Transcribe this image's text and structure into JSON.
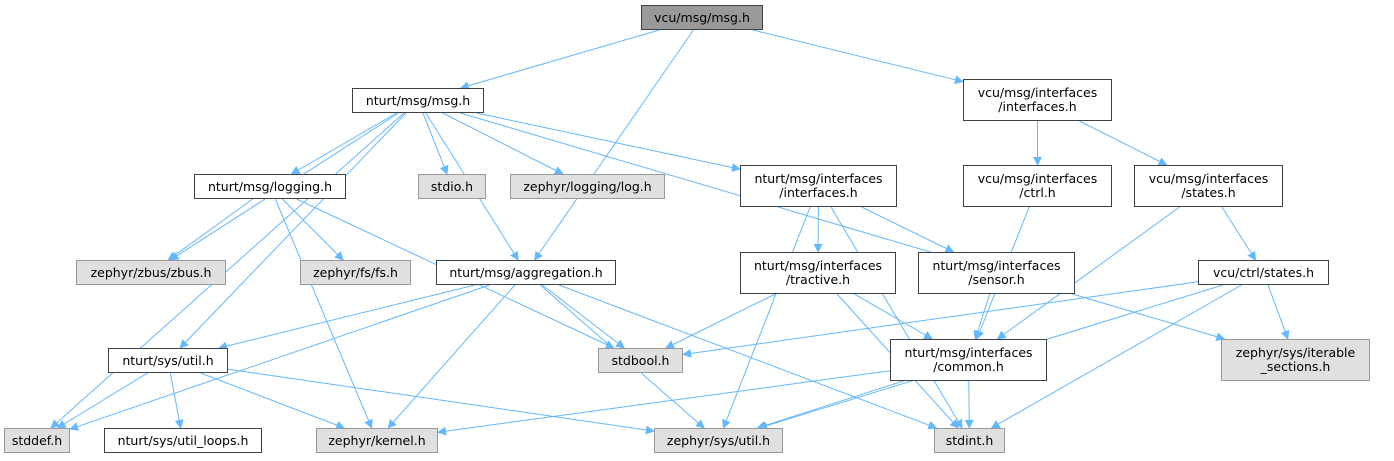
{
  "colors": {
    "edge": "#63b8ff",
    "focus_fill": "#999999",
    "system_fill": "#e0e0e0",
    "node_border": "#404040",
    "system_border": "#999999"
  },
  "nodes": {
    "vcu_msg_msg": {
      "label": "vcu/msg/msg.h",
      "kind": "focus"
    },
    "nturt_msg_msg": {
      "label": "nturt/msg/msg.h",
      "kind": "local"
    },
    "vcu_interfaces": {
      "label": "vcu/msg/interfaces\n/interfaces.h",
      "kind": "local"
    },
    "nturt_logging": {
      "label": "nturt/msg/logging.h",
      "kind": "local"
    },
    "stdio": {
      "label": "stdio.h",
      "kind": "system"
    },
    "zephyr_log": {
      "label": "zephyr/logging/log.h",
      "kind": "system"
    },
    "nturt_interfaces": {
      "label": "nturt/msg/interfaces\n/interfaces.h",
      "kind": "local"
    },
    "vcu_ctrl": {
      "label": "vcu/msg/interfaces\n/ctrl.h",
      "kind": "local"
    },
    "vcu_states": {
      "label": "vcu/msg/interfaces\n/states.h",
      "kind": "local"
    },
    "zbus": {
      "label": "zephyr/zbus/zbus.h",
      "kind": "system"
    },
    "fs": {
      "label": "zephyr/fs/fs.h",
      "kind": "system"
    },
    "aggregation": {
      "label": "nturt/msg/aggregation.h",
      "kind": "local"
    },
    "tractive": {
      "label": "nturt/msg/interfaces\n/tractive.h",
      "kind": "local"
    },
    "sensor": {
      "label": "nturt/msg/interfaces\n/sensor.h",
      "kind": "local"
    },
    "ctrl_states": {
      "label": "vcu/ctrl/states.h",
      "kind": "local"
    },
    "sys_util": {
      "label": "nturt/sys/util.h",
      "kind": "local"
    },
    "stdbool": {
      "label": "stdbool.h",
      "kind": "system"
    },
    "common": {
      "label": "nturt/msg/interfaces\n/common.h",
      "kind": "local"
    },
    "iterable": {
      "label": "zephyr/sys/iterable\n_sections.h",
      "kind": "system"
    },
    "stddef": {
      "label": "stddef.h",
      "kind": "system"
    },
    "util_loops": {
      "label": "nturt/sys/util_loops.h",
      "kind": "local"
    },
    "kernel": {
      "label": "zephyr/kernel.h",
      "kind": "system"
    },
    "zephyr_util": {
      "label": "zephyr/sys/util.h",
      "kind": "system"
    },
    "stdint": {
      "label": "stdint.h",
      "kind": "system"
    }
  },
  "edges": [
    [
      "vcu_msg_msg",
      "nturt_msg_msg"
    ],
    [
      "vcu_msg_msg",
      "vcu_interfaces"
    ],
    [
      "vcu_msg_msg",
      "aggregation"
    ],
    [
      "nturt_msg_msg",
      "nturt_logging"
    ],
    [
      "nturt_msg_msg",
      "stdio"
    ],
    [
      "nturt_msg_msg",
      "zephyr_log"
    ],
    [
      "nturt_msg_msg",
      "nturt_interfaces"
    ],
    [
      "nturt_msg_msg",
      "zbus"
    ],
    [
      "nturt_msg_msg",
      "aggregation"
    ],
    [
      "nturt_msg_msg",
      "sys_util"
    ],
    [
      "nturt_msg_msg",
      "stddef"
    ],
    [
      "nturt_msg_msg",
      "iterable"
    ],
    [
      "vcu_interfaces",
      "vcu_ctrl"
    ],
    [
      "vcu_interfaces",
      "vcu_states"
    ],
    [
      "nturt_logging",
      "zbus"
    ],
    [
      "nturt_logging",
      "fs"
    ],
    [
      "nturt_logging",
      "stdbool"
    ],
    [
      "nturt_logging",
      "kernel"
    ],
    [
      "nturt_interfaces",
      "tractive"
    ],
    [
      "nturt_interfaces",
      "sensor"
    ],
    [
      "nturt_interfaces",
      "zephyr_util"
    ],
    [
      "nturt_interfaces",
      "stdint"
    ],
    [
      "vcu_ctrl",
      "common"
    ],
    [
      "vcu_states",
      "common"
    ],
    [
      "vcu_states",
      "ctrl_states"
    ],
    [
      "aggregation",
      "sys_util"
    ],
    [
      "aggregation",
      "stdbool"
    ],
    [
      "aggregation",
      "stddef"
    ],
    [
      "aggregation",
      "kernel"
    ],
    [
      "aggregation",
      "zephyr_util"
    ],
    [
      "aggregation",
      "stdint"
    ],
    [
      "tractive",
      "stdbool"
    ],
    [
      "tractive",
      "common"
    ],
    [
      "tractive",
      "stdint"
    ],
    [
      "sensor",
      "common"
    ],
    [
      "ctrl_states",
      "stdbool"
    ],
    [
      "ctrl_states",
      "iterable"
    ],
    [
      "ctrl_states",
      "zephyr_util"
    ],
    [
      "ctrl_states",
      "stdint"
    ],
    [
      "sys_util",
      "stddef"
    ],
    [
      "sys_util",
      "util_loops"
    ],
    [
      "sys_util",
      "kernel"
    ],
    [
      "sys_util",
      "zephyr_util"
    ],
    [
      "common",
      "kernel"
    ],
    [
      "common",
      "zephyr_util"
    ],
    [
      "common",
      "stdint"
    ]
  ]
}
